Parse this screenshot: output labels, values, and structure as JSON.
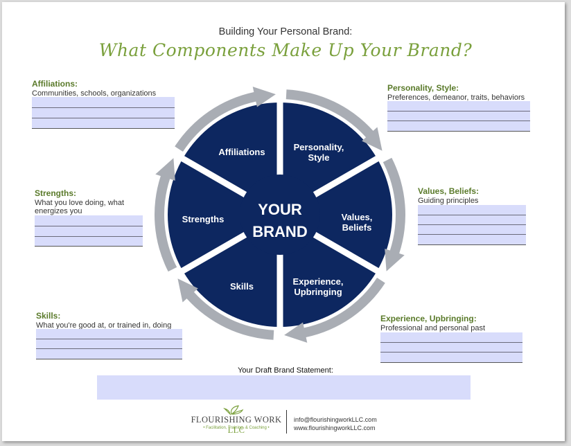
{
  "header": {
    "title": "Building Your Personal Brand:",
    "subtitle": "What Components Make Up Your Brand?"
  },
  "wheel": {
    "center_line1": "YOUR",
    "center_line2": "BRAND",
    "segments": [
      {
        "line1": "Affiliations",
        "line2": ""
      },
      {
        "line1": "Personality,",
        "line2": "Style"
      },
      {
        "line1": "Values,",
        "line2": "Beliefs"
      },
      {
        "line1": "Experience,",
        "line2": "Upbringing"
      },
      {
        "line1": "Skills",
        "line2": ""
      },
      {
        "line1": "Strengths",
        "line2": ""
      }
    ],
    "colors": {
      "segment": "#0d2760",
      "arrow": "#a9adb4"
    }
  },
  "components": {
    "affiliations": {
      "heading": "Affiliations:",
      "description": "Communities, schools, organizations"
    },
    "personality": {
      "heading": "Personality, Style:",
      "description": "Preferences, demeanor, traits, behaviors"
    },
    "strengths": {
      "heading": "Strengths:",
      "description": "What you love doing, what energizes you"
    },
    "values": {
      "heading": "Values, Beliefs:",
      "description": "Guiding principles"
    },
    "skills": {
      "heading": "Skills:",
      "description": "What you're good at, or trained in, doing"
    },
    "experience": {
      "heading": "Experience, Upbringing:",
      "description": "Professional and personal past"
    }
  },
  "statement": {
    "label": "Your Draft Brand Statement:"
  },
  "footer": {
    "logo_name": "FLOURISHING WORK",
    "logo_llc": "LLC",
    "logo_tagline": "• Facilitation, Training, & Coaching •",
    "email": "info@flourishingworkLLC.com",
    "website": "www.flourishingworkLLC.com"
  },
  "colors": {
    "accent_green": "#7aa03c",
    "input_fill": "#d8dcfb",
    "navy": "#0d2760"
  }
}
